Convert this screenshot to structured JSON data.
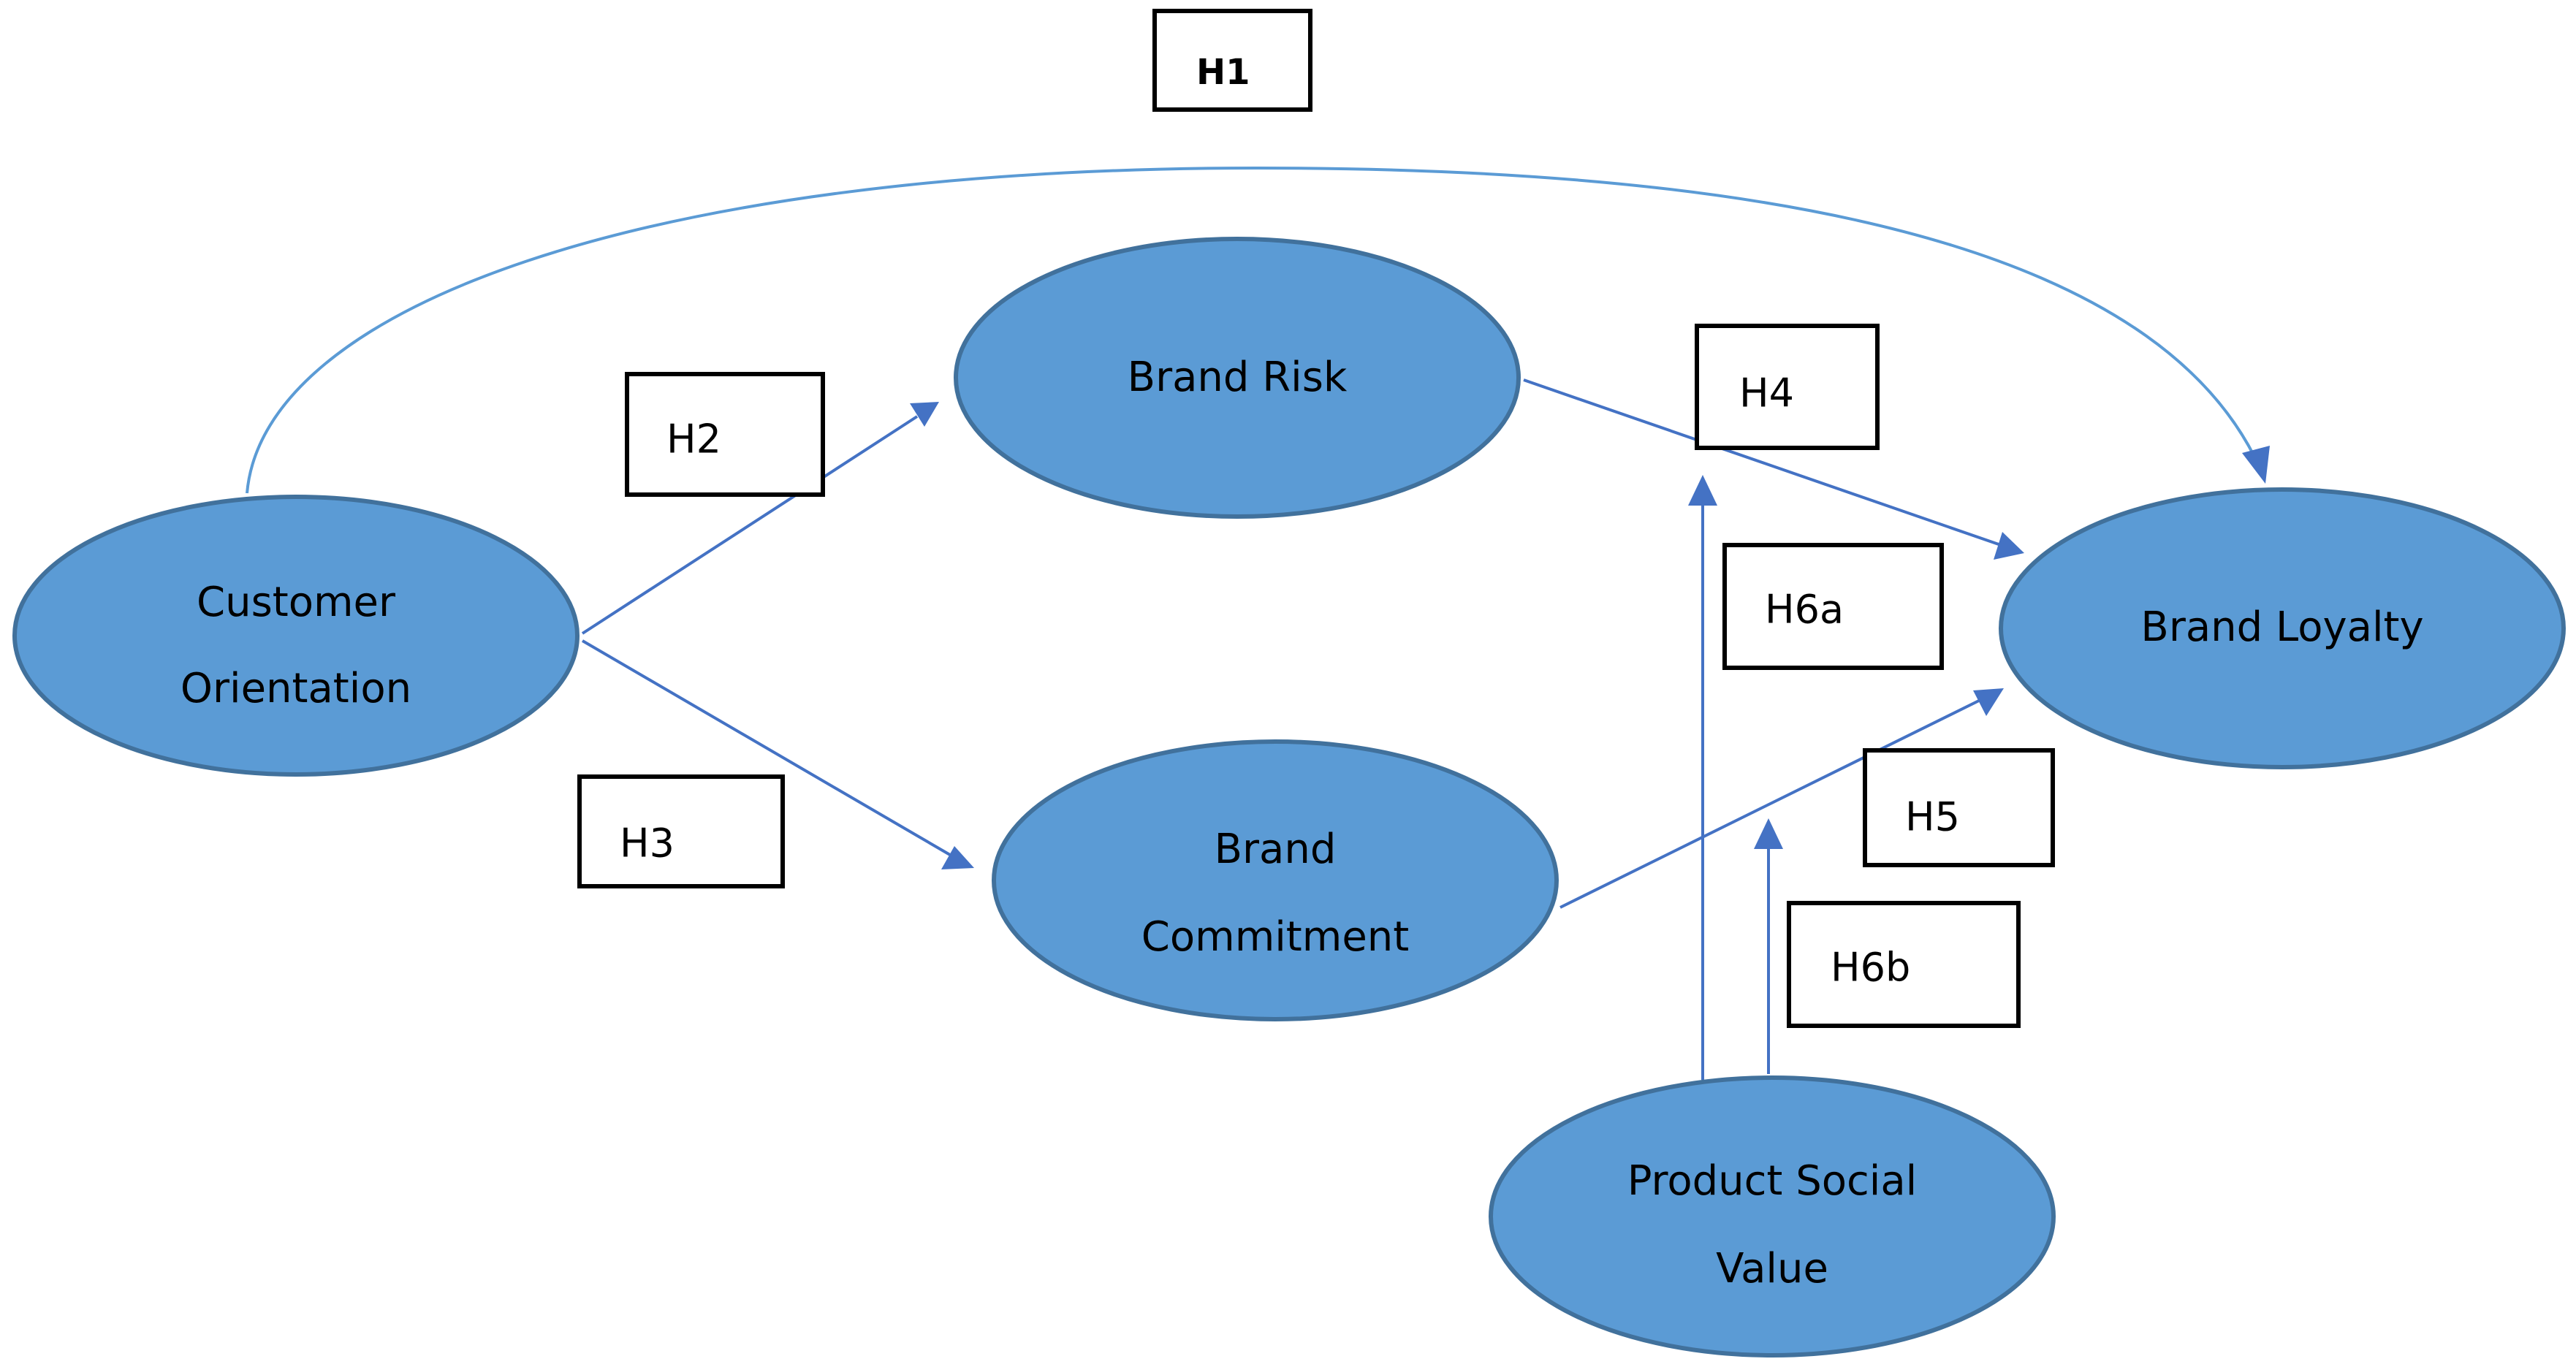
{
  "constructs": {
    "customer_orientation": {
      "line1": "Customer",
      "line2": "Orientation"
    },
    "brand_risk": {
      "line1": "Brand Risk"
    },
    "brand_commitment": {
      "line1": "Brand",
      "line2": "Commitment"
    },
    "brand_loyalty": {
      "line1": "Brand Loyalty"
    },
    "product_social_value": {
      "line1": "Product Social",
      "line2": "Value"
    }
  },
  "hypotheses": {
    "h1": "H1",
    "h2": "H2",
    "h3": "H3",
    "h4": "H4",
    "h5": "H5",
    "h6a": "H6a",
    "h6b": "H6b"
  },
  "colors": {
    "node_fill": "#5b9bd5",
    "node_stroke": "#41719c",
    "arrow": "#4472c4"
  }
}
